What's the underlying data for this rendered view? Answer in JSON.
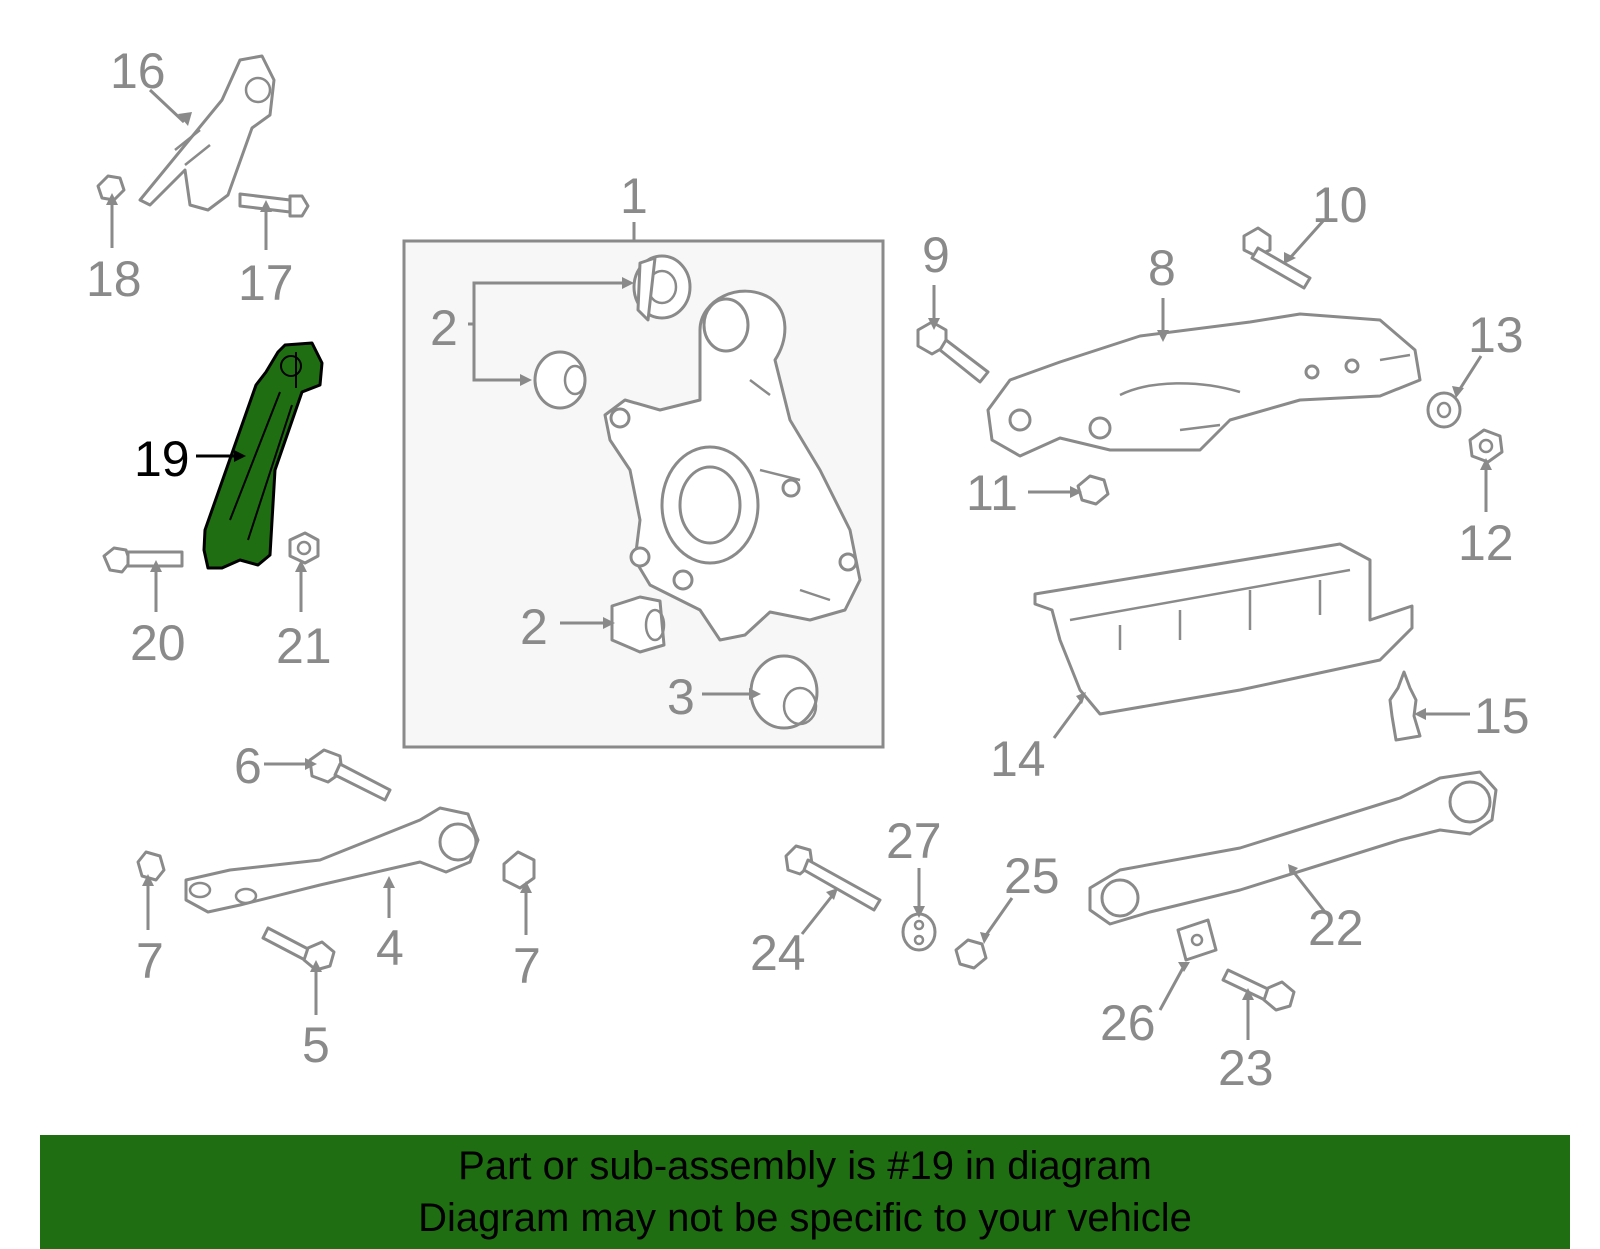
{
  "diagram": {
    "highlight_color": "#1f6e12",
    "callouts": [
      {
        "id": "c1",
        "label": "1"
      },
      {
        "id": "c2a",
        "label": "2"
      },
      {
        "id": "c2b",
        "label": "2"
      },
      {
        "id": "c3",
        "label": "3"
      },
      {
        "id": "c4",
        "label": "4"
      },
      {
        "id": "c5",
        "label": "5"
      },
      {
        "id": "c6",
        "label": "6"
      },
      {
        "id": "c7a",
        "label": "7"
      },
      {
        "id": "c7b",
        "label": "7"
      },
      {
        "id": "c8",
        "label": "8"
      },
      {
        "id": "c9",
        "label": "9"
      },
      {
        "id": "c10",
        "label": "10"
      },
      {
        "id": "c11",
        "label": "11"
      },
      {
        "id": "c12",
        "label": "12"
      },
      {
        "id": "c13",
        "label": "13"
      },
      {
        "id": "c14",
        "label": "14"
      },
      {
        "id": "c15",
        "label": "15"
      },
      {
        "id": "c16",
        "label": "16"
      },
      {
        "id": "c17",
        "label": "17"
      },
      {
        "id": "c18",
        "label": "18"
      },
      {
        "id": "c19",
        "label": "19",
        "highlighted": true
      },
      {
        "id": "c20",
        "label": "20"
      },
      {
        "id": "c21",
        "label": "21"
      },
      {
        "id": "c22",
        "label": "22"
      },
      {
        "id": "c23",
        "label": "23"
      },
      {
        "id": "c24",
        "label": "24"
      },
      {
        "id": "c25",
        "label": "25"
      },
      {
        "id": "c26",
        "label": "26"
      },
      {
        "id": "c27",
        "label": "27"
      }
    ]
  },
  "banner": {
    "background": "#1f6e12",
    "line1": "Part or sub-assembly is #19 in diagram",
    "line2": "Diagram may not be specific to your vehicle"
  }
}
